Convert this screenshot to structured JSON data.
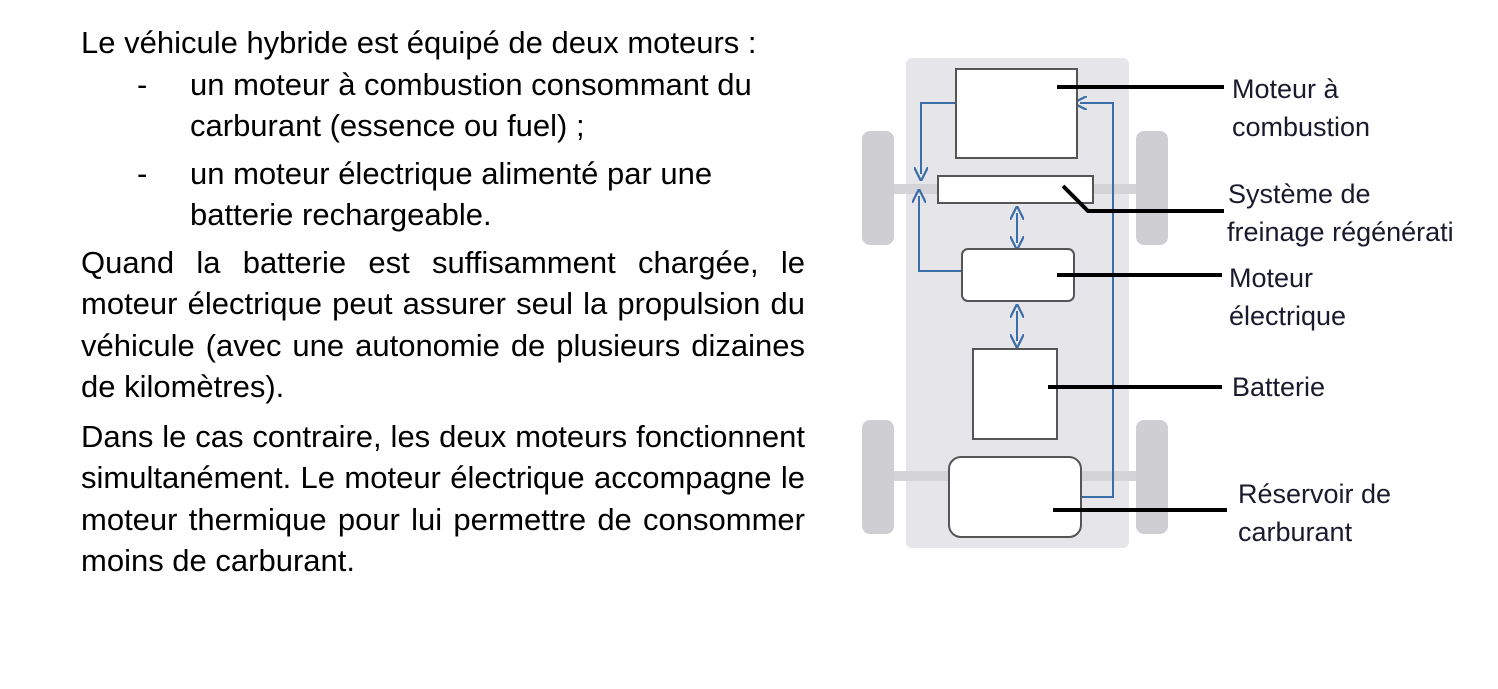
{
  "text": {
    "intro": "Le véhicule hybride est équipé de deux moteurs :",
    "bullet_marker": "-",
    "bullets": [
      "un moteur à combustion consommant du carburant (essence ou fuel) ;",
      "un moteur électrique alimenté par une batterie rechargeable."
    ],
    "paragraph_2": "Quand la batterie est suffisamment chargée, le moteur électrique peut assurer seul la propulsion du véhicule (avec une autonomie de plusieurs dizaines de kilomètres).",
    "paragraph_3": "Dans le cas contraire, les deux moteurs fonctionnent simultanément. Le moteur électrique accompagne le moteur thermique pour lui permettre de consommer moins de carburant."
  },
  "diagram": {
    "labels": {
      "combustion_engine": [
        "Moteur à",
        "combustion"
      ],
      "regen_braking": [
        "Système de",
        "freinage régénérati"
      ],
      "electric_motor": [
        "Moteur",
        "électrique"
      ],
      "battery": [
        "Batterie"
      ],
      "fuel_tank": [
        "Réservoir de",
        "carburant"
      ]
    },
    "colors": {
      "chassis": "#e6e6ea",
      "wheel": "#cfcfd3",
      "axle": "#d4d4d8",
      "flow_line": "#3b6ea6",
      "component_border": "#555555",
      "leader_line": "#000000"
    }
  }
}
